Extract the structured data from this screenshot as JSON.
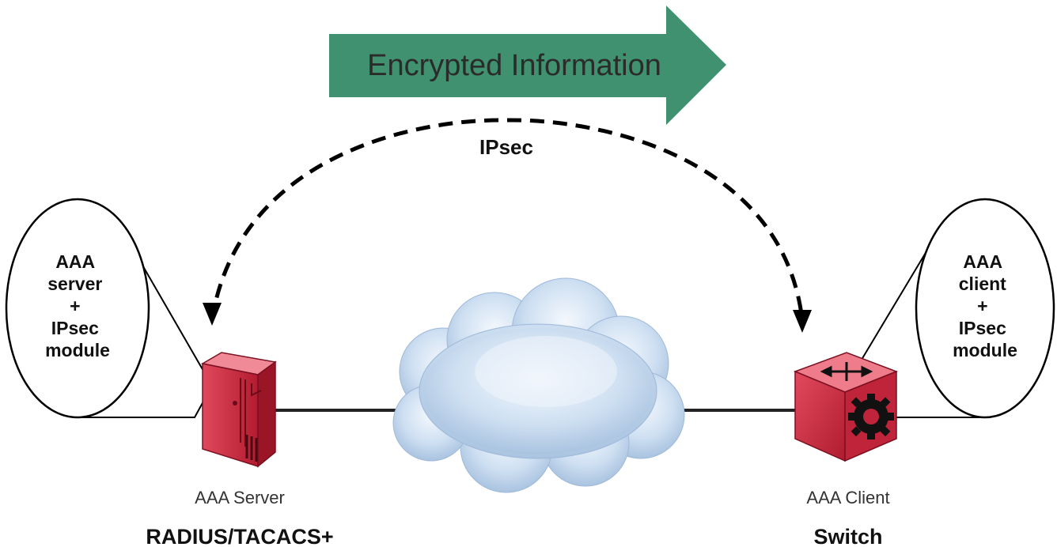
{
  "banner": {
    "text": "Encrypted Information",
    "color": "#3f9170"
  },
  "tunnel": {
    "label": "IPsec"
  },
  "server_bubble": {
    "lines": [
      "AAA",
      "server",
      "+",
      "IPsec",
      "module"
    ]
  },
  "client_bubble": {
    "lines": [
      "AAA",
      "client",
      "+",
      "IPsec",
      "module"
    ]
  },
  "server_node": {
    "caption": "AAA Server",
    "role": "RADIUS/TACACS+",
    "icon": "server-icon"
  },
  "client_node": {
    "caption": "AAA Client",
    "role": "Switch",
    "icon": "switch-icon"
  },
  "network": {
    "icon": "cloud-icon"
  },
  "colors": {
    "device": "#c8283c",
    "cloud": "#c9dcef",
    "link": "#222222"
  }
}
